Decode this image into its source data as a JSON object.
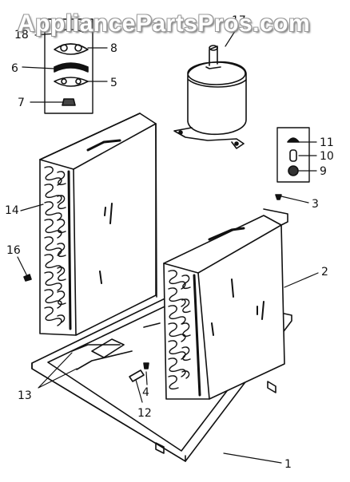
{
  "watermark": "AppliancePartsPros.com",
  "callouts": {
    "c1": "1",
    "c2": "2",
    "c3": "3",
    "c4": "4",
    "c5": "5",
    "c6": "6",
    "c7": "7",
    "c8": "8",
    "c9": "9",
    "c10": "10",
    "c11": "11",
    "c12": "12",
    "c13": "13",
    "c14": "14",
    "c16": "16",
    "c17": "17",
    "c18": "18"
  },
  "colors": {
    "line": "#111111",
    "background": "#ffffff",
    "watermark": "#ffffff"
  }
}
